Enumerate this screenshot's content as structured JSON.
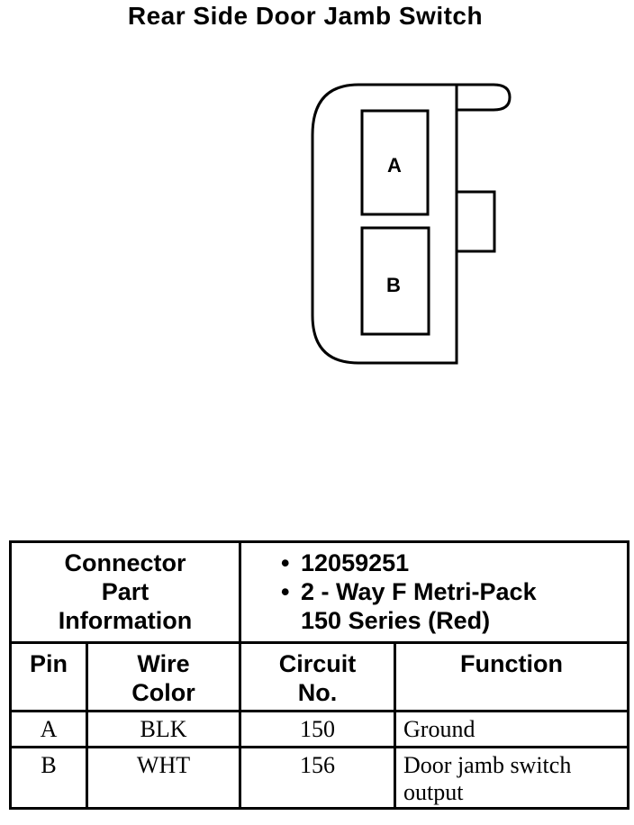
{
  "title": "Rear Side Door Jamb Switch",
  "connector": {
    "cavities": [
      "A",
      "B"
    ]
  },
  "table": {
    "part_info_label": "Connector Part Information",
    "part_info_lines": [
      "12059251",
      "2 - Way F Metri-Pack",
      "150 Series (Red)"
    ],
    "headers": {
      "pin": "Pin",
      "wire_color": "Wire Color",
      "circuit_no": "Circuit No.",
      "function": "Function"
    },
    "rows": [
      {
        "pin": "A",
        "wire_color": "BLK",
        "circuit": "150",
        "function": "Ground"
      },
      {
        "pin": "B",
        "wire_color": "WHT",
        "circuit": "156",
        "function": "Door jamb switch output"
      }
    ]
  }
}
